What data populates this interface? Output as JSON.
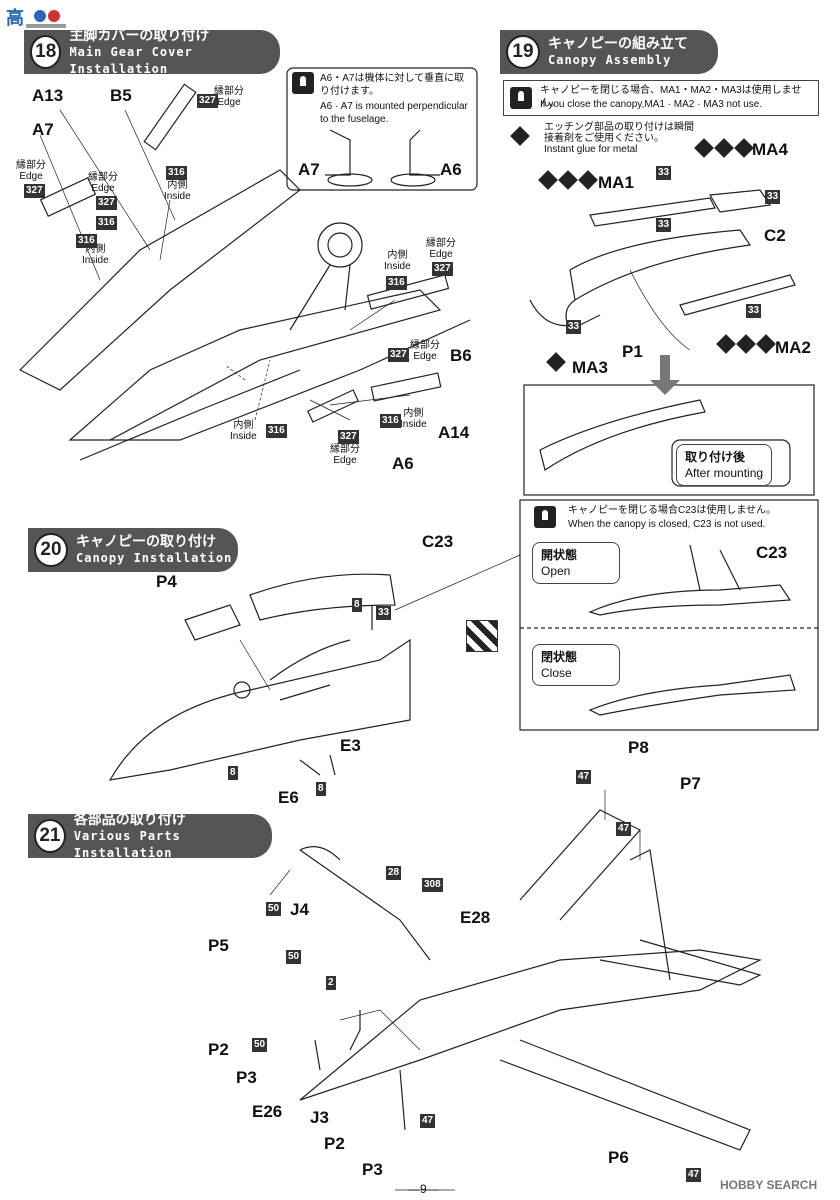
{
  "logo": {
    "text": "高"
  },
  "steps": {
    "s18": {
      "num": "18",
      "jp": "主脚カバーの取り付け",
      "en": "Main Gear Cover Installation"
    },
    "s19": {
      "num": "19",
      "jp": "キャノピーの組み立て",
      "en": "Canopy Assembly"
    },
    "s20": {
      "num": "20",
      "jp": "キャノピーの取り付け",
      "en": "Canopy Installation"
    },
    "s21": {
      "num": "21",
      "jp": "各部品の取り付け",
      "en": "Various Parts Installation"
    }
  },
  "notes": {
    "a6a7_jp": "A6・A7は機体に対して垂直に取り付けます。",
    "a6a7_en": "A6 · A7 is mounted perpendicular to the fuselage.",
    "canopy_close_jp": "キャノピーを閉じる場合、MA1・MA2・MA3は使用しません。",
    "canopy_close_en": "If you close the canopy,MA1 · MA2 · MA3 not use.",
    "etching_jp": "エッチング部品の取り付けは瞬間接着剤をご使用ください。",
    "etching_en": "Instant glue for metal",
    "c23_jp": "キャノピーを閉じる場合C23は使用しません。",
    "c23_en": "When the canopy is closed, C23 is not used."
  },
  "bubbles": {
    "after_jp": "取り付け後",
    "after_en": "After mounting",
    "open_jp": "開状態",
    "open_en": "Open",
    "close_jp": "閉状態",
    "close_en": "Close"
  },
  "labels": {
    "A13": "A13",
    "B5": "B5",
    "A7": "A7",
    "A6": "A6",
    "B6": "B6",
    "A14": "A14",
    "A7b": "A7",
    "A6b": "A6",
    "MA4": "MA4",
    "MA1": "MA1",
    "C2": "C2",
    "P1": "P1",
    "MA3": "MA3",
    "MA2": "MA2",
    "C23": "C23",
    "C23b": "C23",
    "P4": "P4",
    "E3": "E3",
    "E6": "E6",
    "P8": "P8",
    "P7": "P7",
    "P5": "P5",
    "J4": "J4",
    "E28": "E28",
    "P2": "P2",
    "P3": "P3",
    "E26": "E26",
    "J3": "J3",
    "P2b": "P2",
    "P3b": "P3",
    "P6": "P6"
  },
  "small": {
    "edge_jp": "縁部分",
    "edge_en": "Edge",
    "inside_jp": "内側",
    "inside_en": "Inside"
  },
  "paint_codes": {
    "c327": "327",
    "c316": "316",
    "c33": "33",
    "c8": "8",
    "c47": "47",
    "c50": "50",
    "c28": "28",
    "c308": "308",
    "c2": "2"
  },
  "footer": {
    "page": "—9—",
    "watermark": "HOBBY SEARCH"
  },
  "colors": {
    "header_bg": "#555555",
    "paint_chip": "#333333"
  }
}
